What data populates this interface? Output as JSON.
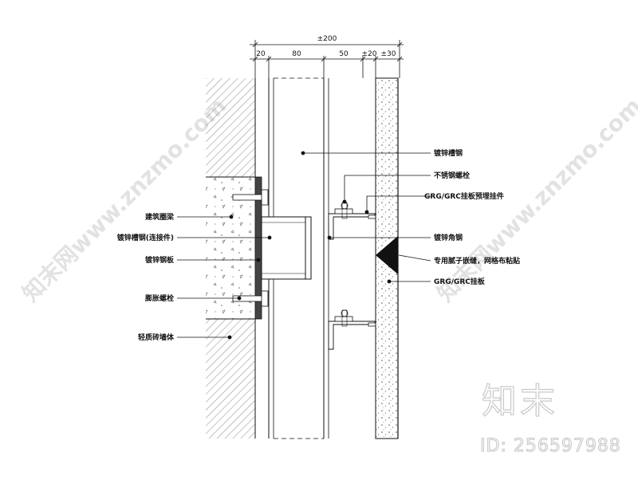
{
  "dimensions": {
    "total": "±200",
    "segments": [
      "20",
      "80",
      "50",
      "±20",
      "±30"
    ]
  },
  "labels": {
    "left": [
      "建筑圈梁",
      "镀锌槽钢(连接件)",
      "镀锌钢板",
      "膨胀螺栓",
      "轻质砖墙体"
    ],
    "right": [
      "镀锌槽钢",
      "不锈钢螺栓",
      "GRG/GRC挂板预埋挂件",
      "镀锌角钢",
      "专用腻子嵌缝，网格布粘贴",
      "GRG/GRC挂板"
    ]
  },
  "watermark": {
    "logo": "知末",
    "id": "ID: 256597988",
    "diagonal": "知末网www.znzmo.com"
  }
}
